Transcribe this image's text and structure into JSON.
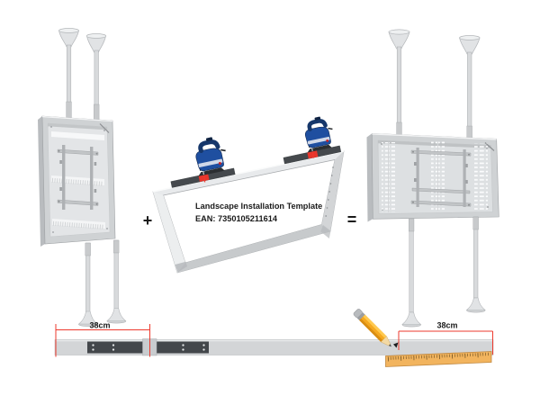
{
  "labels": {
    "template_title": "Landscape Installation Template",
    "template_ean": "EAN: 7350105211614",
    "plus": "+",
    "equals": "=",
    "left_measurement": "38cm",
    "right_measurement": "38cm"
  },
  "colors": {
    "background": "#ffffff",
    "accent_red": "#ee3a2e",
    "metal_light": "#e6e8ea",
    "metal_mid": "#cfd2d4",
    "metal_dark": "#9da0a3",
    "strip_dark": "#45494d",
    "jigsaw_blue": "#1f4fa0",
    "jigsaw_navy": "#16376b",
    "pencil_yellow": "#f5a81f",
    "ruler_tan": "#f2b45e"
  }
}
